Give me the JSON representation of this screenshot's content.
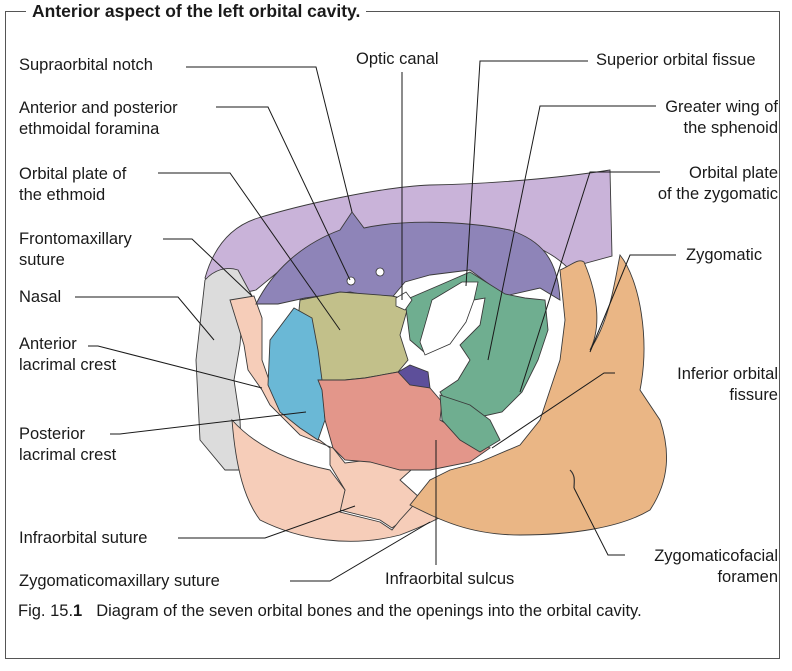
{
  "title": "Anterior aspect of the left orbital cavity.",
  "labels": {
    "supraorbital_notch": "Supraorbital notch",
    "ethmoidal_foramina": "Anterior and posterior\nethmoidal foramina",
    "orbital_plate_ethmoid": "Orbital plate of\nthe ethmoid",
    "frontomaxillary_suture": "Frontomaxillary\nsuture",
    "nasal": "Nasal",
    "anterior_lacrimal_crest": "Anterior\nlacrimal crest",
    "posterior_lacrimal_crest": "Posterior\nlacrimal crest",
    "infraorbital_suture": "Infraorbital suture",
    "zygomaticomaxillary_suture": "Zygomaticomaxillary suture",
    "optic_canal": "Optic canal",
    "superior_orbital_fissure": "Superior orbital fissue",
    "greater_wing_sphenoid": "Greater wing of\nthe sphenoid",
    "orbital_plate_zygomatic": "Orbital plate\nof the zygomatic",
    "zygomatic": "Zygomatic",
    "inferior_orbital_fissure": "Inferior orbital\nfissure",
    "infraorbital_sulcus": "Infraorbital sulcus",
    "zygomaticofacial_foramen": "Zygomaticofacial\nforamen"
  },
  "caption": {
    "fig_prefix": "Fig. 15.",
    "fig_number_bold": "1",
    "text": "Diagram of the seven orbital bones and the openings into the orbital cavity."
  },
  "colors": {
    "frontal": "#c9b3d9",
    "orbital_roof": "#8e84b8",
    "ethmoid": "#c2c08a",
    "lacrimal": "#6ab8d6",
    "sphenoid": "#6fae90",
    "maxilla": "#e3968a",
    "maxilla_face": "#f6cdb9",
    "zygomatic": "#eab685",
    "nasal": "#dcdcdc",
    "palatine": "#5d4f9a",
    "leader": "#1a1a1a"
  }
}
